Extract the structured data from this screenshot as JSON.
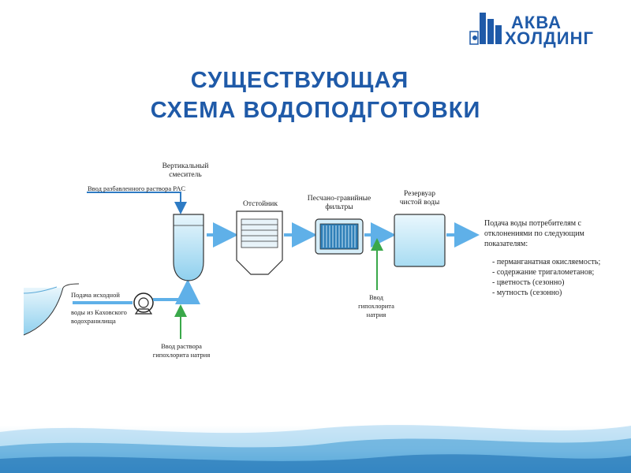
{
  "logo": {
    "line1": "АКВА",
    "line2": "ХОЛДИНГ",
    "color": "#1f5aa8"
  },
  "title": {
    "line1": "СУЩЕСТВУЮЩАЯ",
    "line2": "СХЕМА ВОДОПОДГОТОВКИ"
  },
  "diagram": {
    "mixer": "Вертикальный смеситель",
    "pac_input": "Ввод разбавленного раствора PAC",
    "settler": "Отстойник",
    "filters": "Песчано-гравийные фильтры",
    "reservoir": "Резервуар чистой воды",
    "source_line1": "Подача исходной",
    "source_line2": "воды из Каховского водохранилища",
    "hypo_input_1": "Ввод раствора гипохлорита натрия",
    "hypo_input_2": "Ввод гипохлорита натрия",
    "output_note": "Подача воды потребителям с отклонениями по следующим показателям:",
    "deviations": [
      "- перманганатная окисляемость;",
      "- содержание тригалометанов;",
      "-  цветность (сезонно)",
      "-  мутность (сезонно)"
    ]
  },
  "colors": {
    "flow": "#5fb0e8",
    "chem": "#2e7bc4",
    "hypo": "#3aa84a",
    "water": "#bfe6f6"
  }
}
